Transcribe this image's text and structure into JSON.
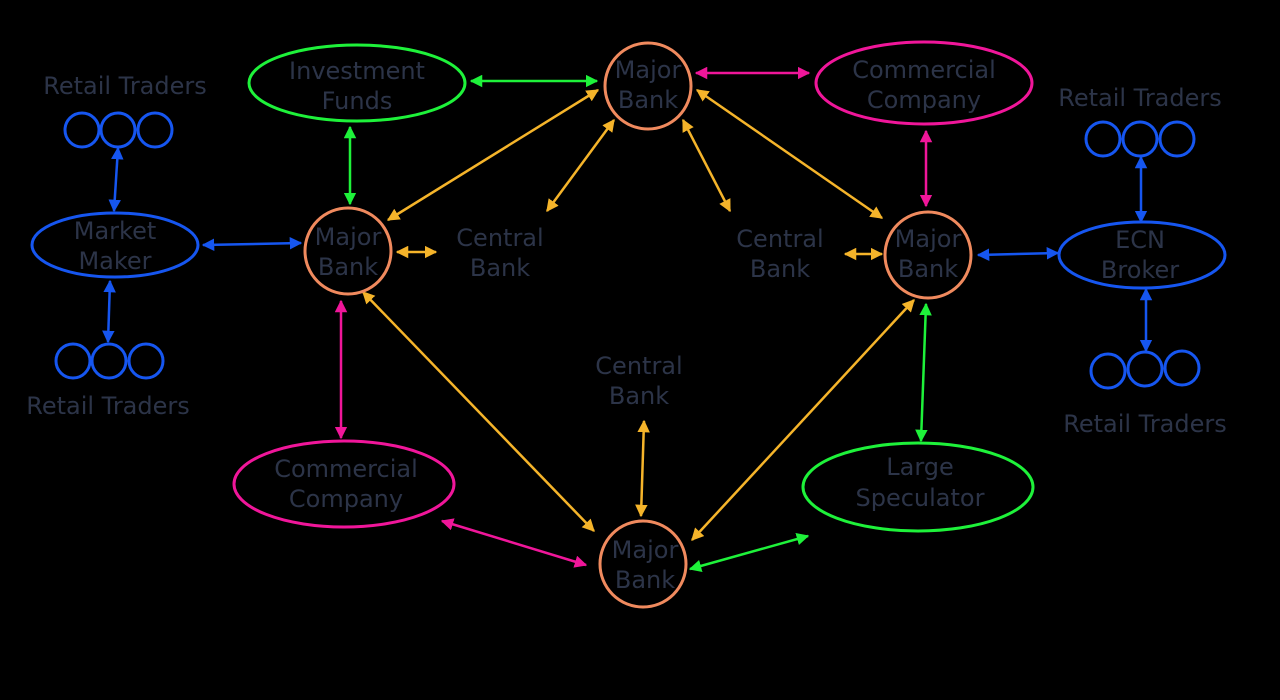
{
  "colors": {
    "background": "#000000",
    "text": "#2c3448",
    "major_bank": "#f08a5e",
    "green": "#1ef23a",
    "pink": "#f0169a",
    "blue": "#1656f0",
    "gold": "#f5b42a"
  },
  "labels": {
    "retail_traders_tl": "Retail Traders",
    "market_maker_l1": "Market",
    "market_maker_l2": "Maker",
    "retail_traders_bl": "Retail Traders",
    "investment_funds_l1": "Investment",
    "investment_funds_l2": "Funds",
    "major_bank_top_l1": "Major",
    "major_bank_top_l2": "Bank",
    "commercial_top_l1": "Commercial",
    "commercial_top_l2": "Company",
    "retail_traders_tr": "Retail Traders",
    "ecn_l1": "ECN",
    "ecn_l2": "Broker",
    "retail_traders_br": "Retail Traders",
    "major_bank_left_l1": "Major",
    "major_bank_left_l2": "Bank",
    "central_bank_left_l1": "Central",
    "central_bank_left_l2": "Bank",
    "central_bank_right_l1": "Central",
    "central_bank_right_l2": "Bank",
    "major_bank_right_l1": "Major",
    "major_bank_right_l2": "Bank",
    "central_bank_mid_l1": "Central",
    "central_bank_mid_l2": "Bank",
    "commercial_bottom_l1": "Commercial",
    "commercial_bottom_l2": "Company",
    "large_spec_l1": "Large",
    "large_spec_l2": "Speculator",
    "major_bank_bottom_l1": "Major",
    "major_bank_bottom_l2": "Bank"
  }
}
